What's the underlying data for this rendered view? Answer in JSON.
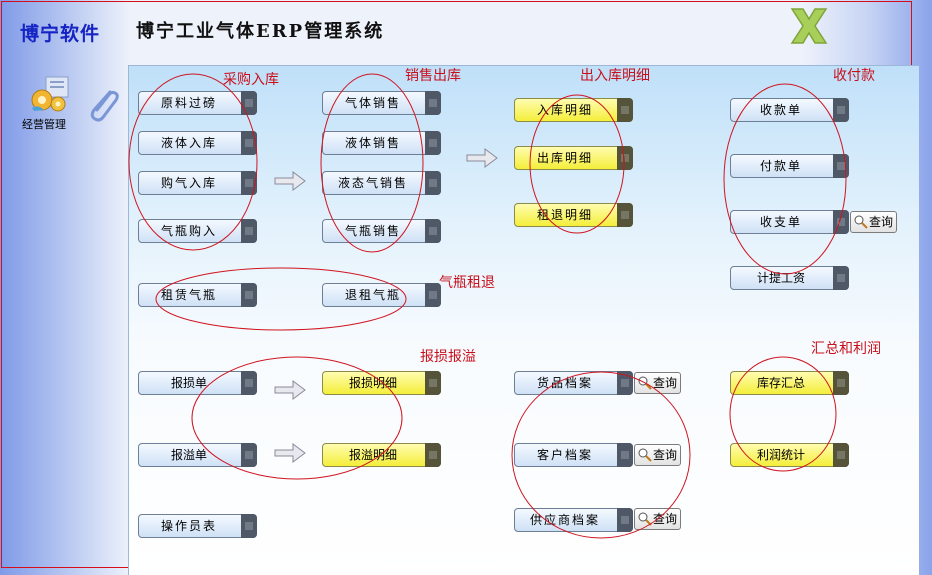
{
  "header": {
    "app_name": "博宁软件",
    "system_title": "博宁工业气体ERP管理系统"
  },
  "sidebar": {
    "module_label": "经营管理"
  },
  "sections": {
    "purchase": "采购入库",
    "sales": "销售出库",
    "io_detail": "出入库明细",
    "payments": "收付款",
    "cylinder_rental": "气瓶租退",
    "loss_overflow": "报损报溢",
    "summary_profit": "汇总和利润"
  },
  "buttons": {
    "raw_weigh": "原料过磅",
    "liquid_in": "液体入库",
    "gas_in": "购气入库",
    "cylinder_buy": "气瓶购入",
    "gas_sale": "气体销售",
    "liquid_sale": "液体销售",
    "liquid_gas_sale": "液态气销售",
    "cylinder_sale": "气瓶销售",
    "in_detail": "入库明细",
    "out_detail": "出库明细",
    "rent_return_detail": "租退明细",
    "receipt": "收款单",
    "payment": "付款单",
    "income_expense": "收支单",
    "salary": "计提工资",
    "rent_cylinder": "租赁气瓶",
    "return_cylinder": "退租气瓶",
    "loss_form": "报损单",
    "loss_detail": "报损明细",
    "overflow_form": "报溢单",
    "overflow_detail": "报溢明细",
    "goods_file": "货品档案",
    "customer_file": "客户档案",
    "supplier_file": "供应商档案",
    "stock_summary": "库存汇总",
    "profit_stats": "利润统计",
    "operator_table": "操作员表"
  },
  "query_label": "查询",
  "colors": {
    "annotation_red": "#c8101c",
    "button_blue": "#cfe1f6",
    "button_yellow": "#f4ee3a",
    "title_blue": "#1522c4"
  }
}
